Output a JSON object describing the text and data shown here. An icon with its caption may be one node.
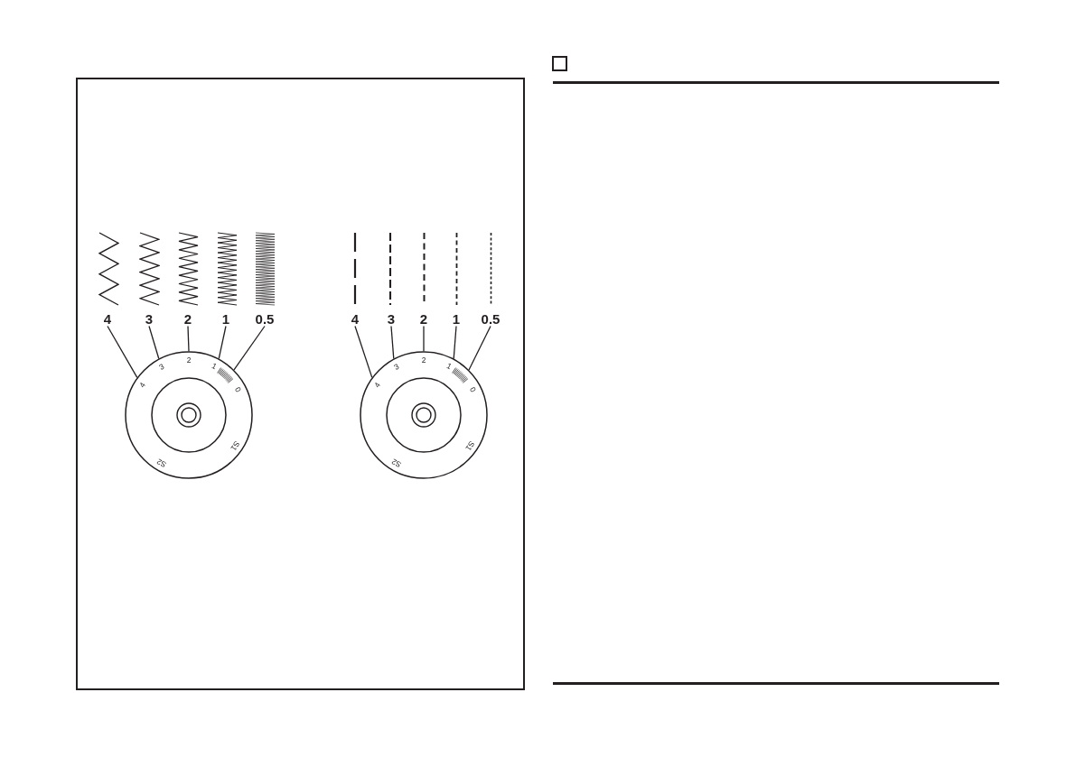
{
  "diagram": {
    "nodes": [
      {
        "text": [
          "4"
        ]
      },
      {
        "text": [
          "3"
        ]
      },
      {
        "text": [
          "2"
        ]
      },
      {
        "text": [
          "1"
        ]
      },
      {
        "text": [
          "0.5"
        ]
      },
      {
        "text": [
          "4",
          "3",
          "2",
          "1",
          "0",
          "S1",
          "S2"
        ]
      },
      {
        "text": [
          "4"
        ]
      },
      {
        "text": [
          "3"
        ]
      },
      {
        "text": [
          "2"
        ]
      },
      {
        "text": [
          "1"
        ]
      },
      {
        "text": [
          "0.5"
        ]
      },
      {
        "text": [
          "4",
          "3",
          "2",
          "1",
          "0",
          "S1",
          "S2"
        ]
      }
    ],
    "edges": [
      {
        "from": 0,
        "to": 5,
        "arrow": "none"
      },
      {
        "from": 1,
        "to": 5,
        "arrow": "none"
      },
      {
        "from": 2,
        "to": 5,
        "arrow": "none"
      },
      {
        "from": 3,
        "to": 5,
        "arrow": "none"
      },
      {
        "from": 4,
        "to": 5,
        "arrow": "none"
      },
      {
        "from": 6,
        "to": 11,
        "arrow": "none"
      },
      {
        "from": 7,
        "to": 11,
        "arrow": "none"
      },
      {
        "from": 8,
        "to": 11,
        "arrow": "none"
      },
      {
        "from": 9,
        "to": 11,
        "arrow": "none"
      },
      {
        "from": 10,
        "to": 11,
        "arrow": "none"
      }
    ]
  }
}
